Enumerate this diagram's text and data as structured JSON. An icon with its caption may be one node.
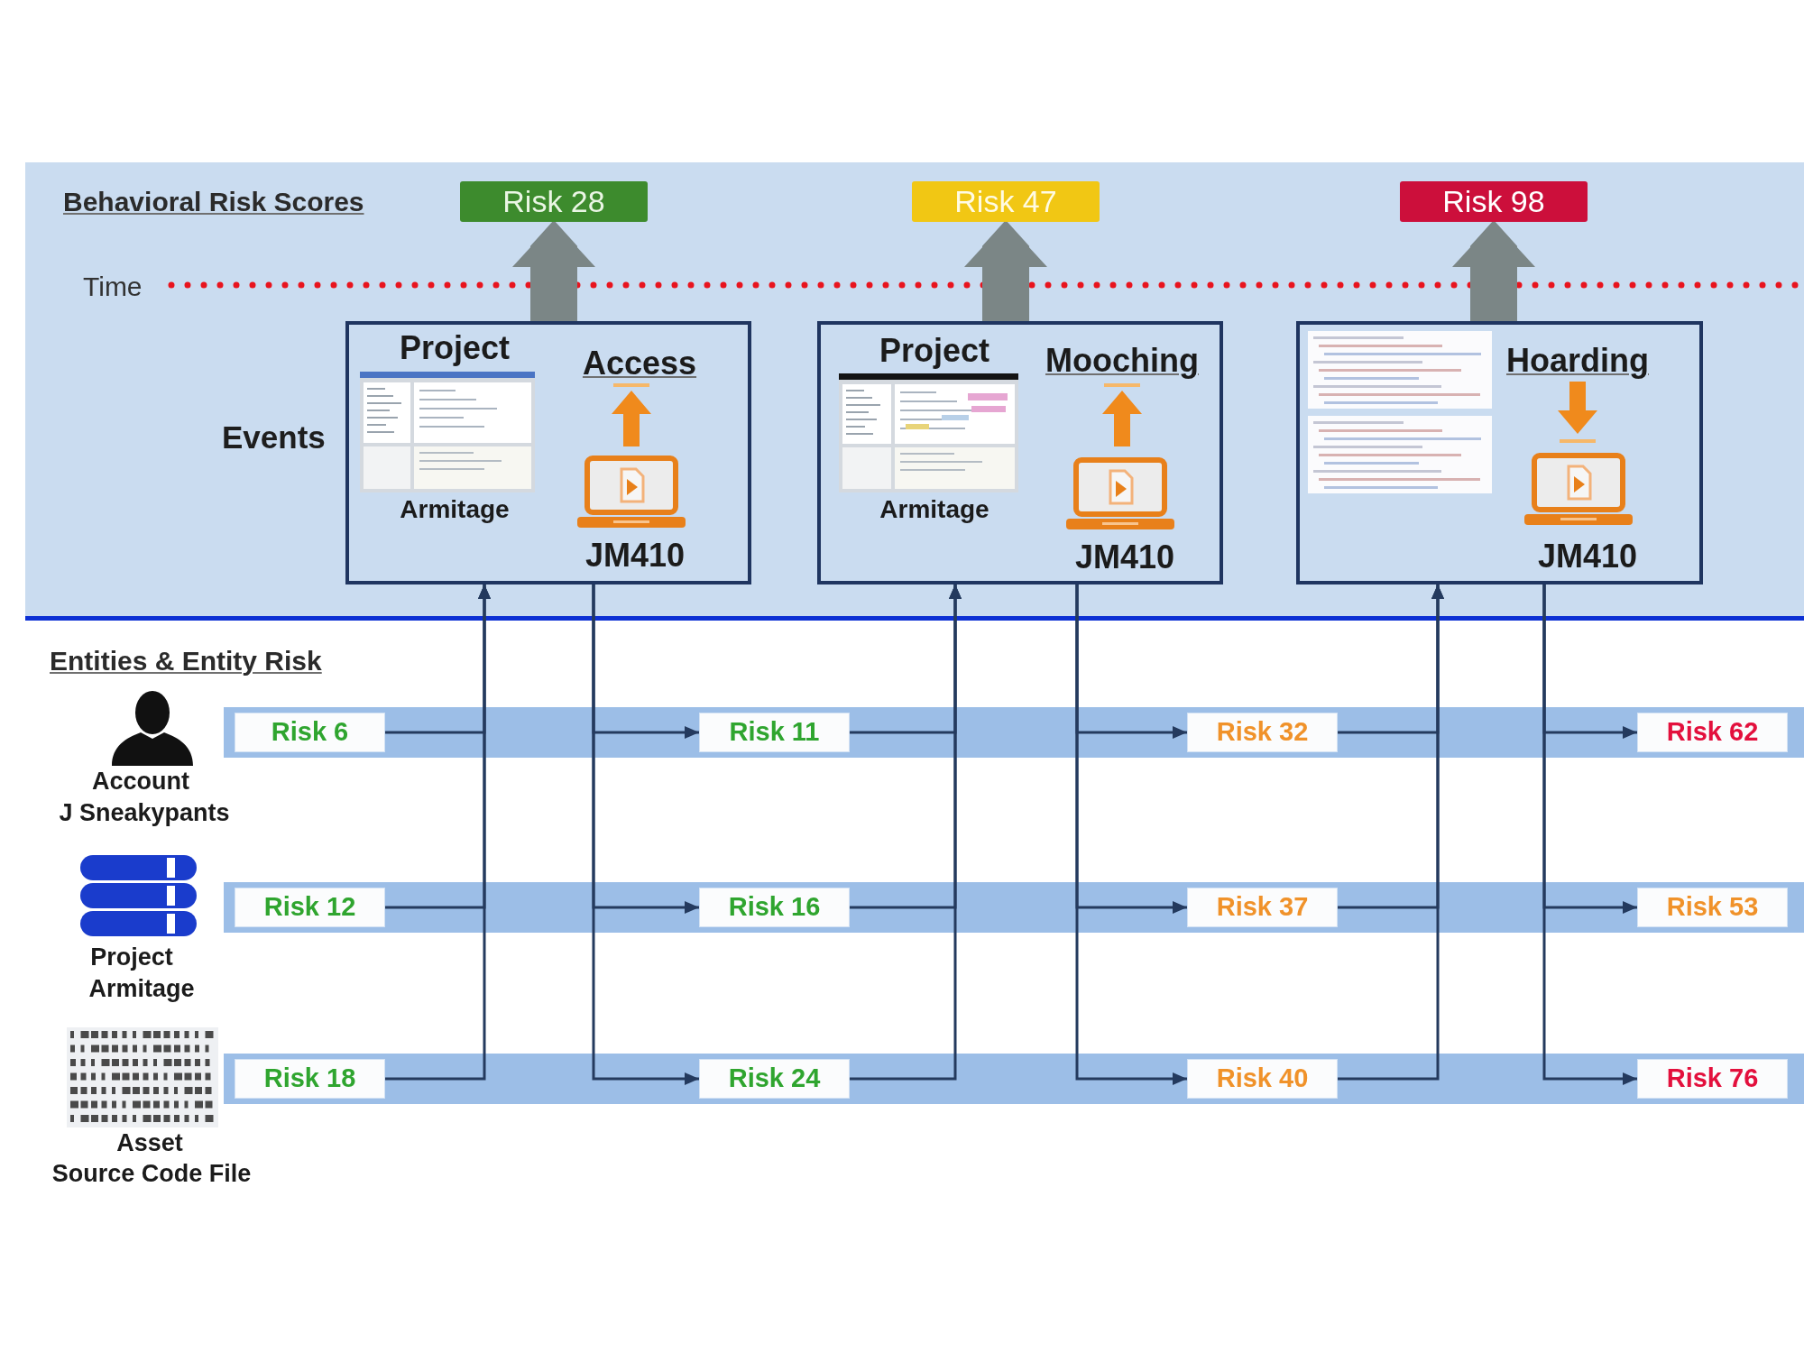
{
  "diagram": {
    "nodes": [
      {
        "text": [
          "Behavioral Risk Scores",
          "Time",
          "Events"
        ]
      },
      {
        "text": [
          "Risk 28"
        ],
        "in": 0
      },
      {
        "text": [
          "Risk 47"
        ],
        "in": 0
      },
      {
        "text": [
          "Risk 98"
        ],
        "in": 0
      },
      {
        "text": [
          "Project",
          "Access",
          "Armitage",
          "JM410"
        ],
        "in": 0
      },
      {
        "text": [
          "Project",
          "Mooching",
          "Armitage",
          "JM410"
        ],
        "in": 0
      },
      {
        "text": [
          "Hoarding",
          "JM410"
        ],
        "in": 0
      },
      {
        "text": [],
        "shape": "bar"
      },
      {
        "text": [
          "Risk 6"
        ],
        "in": 7
      },
      {
        "text": [
          "Risk 11"
        ],
        "in": 7
      },
      {
        "text": [
          "Risk 32"
        ],
        "in": 7
      },
      {
        "text": [
          "Risk 62"
        ],
        "in": 7
      },
      {
        "text": [],
        "shape": "bar"
      },
      {
        "text": [
          "Risk 12"
        ],
        "in": 12
      },
      {
        "text": [
          "Risk 16"
        ],
        "in": 12
      },
      {
        "text": [
          "Risk 37"
        ],
        "in": 12
      },
      {
        "text": [
          "Risk 53"
        ],
        "in": 12
      },
      {
        "text": [],
        "shape": "bar"
      },
      {
        "text": [
          "Risk 18"
        ],
        "in": 17
      },
      {
        "text": [
          "Risk 24"
        ],
        "in": 17
      },
      {
        "text": [
          "Risk 40"
        ],
        "in": 17
      },
      {
        "text": [
          "Risk 76"
        ],
        "in": 17
      }
    ],
    "edges": [
      {
        "from": 8,
        "to": 4,
        "arrow": "to"
      },
      {
        "from": 13,
        "to": 4,
        "arrow": "to"
      },
      {
        "from": 18,
        "to": 4,
        "arrow": "to"
      },
      {
        "from": 4,
        "to": 1,
        "arrow": "to",
        "style": "thick",
        "color": "#7b8686"
      },
      {
        "from": 4,
        "to": 9,
        "arrow": "to"
      },
      {
        "from": 4,
        "to": 14,
        "arrow": "to"
      },
      {
        "from": 4,
        "to": 19,
        "arrow": "to"
      },
      {
        "from": 9,
        "to": 5,
        "arrow": "to"
      },
      {
        "from": 14,
        "to": 5,
        "arrow": "to"
      },
      {
        "from": 19,
        "to": 5,
        "arrow": "to"
      },
      {
        "from": 5,
        "to": 2,
        "arrow": "to",
        "style": "thick",
        "color": "#7b8686"
      },
      {
        "from": 5,
        "to": 10,
        "arrow": "to"
      },
      {
        "from": 5,
        "to": 15,
        "arrow": "to"
      },
      {
        "from": 5,
        "to": 20,
        "arrow": "to"
      },
      {
        "from": 10,
        "to": 6,
        "arrow": "to"
      },
      {
        "from": 15,
        "to": 6,
        "arrow": "to"
      },
      {
        "from": 20,
        "to": 6,
        "arrow": "to"
      },
      {
        "from": 6,
        "to": 3,
        "arrow": "to",
        "style": "thick",
        "color": "#7b8686"
      },
      {
        "from": 6,
        "to": 11,
        "arrow": "to"
      },
      {
        "from": 6,
        "to": 16,
        "arrow": "to"
      },
      {
        "from": 6,
        "to": 21,
        "arrow": "to"
      }
    ],
    "labels": [
      "Entities & Entity Risk",
      "Account",
      "J Sneakypants",
      "Project",
      "Armitage",
      "Asset",
      "Source Code File"
    ]
  }
}
